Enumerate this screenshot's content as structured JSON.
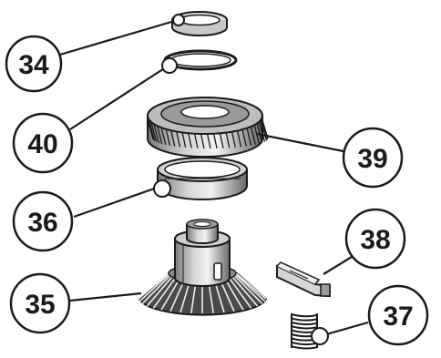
{
  "callouts": [
    {
      "id": "34",
      "label": "34"
    },
    {
      "id": "40",
      "label": "40"
    },
    {
      "id": "39",
      "label": "39"
    },
    {
      "id": "36",
      "label": "36"
    },
    {
      "id": "38",
      "label": "38"
    },
    {
      "id": "35",
      "label": "35"
    },
    {
      "id": "37",
      "label": "37"
    }
  ],
  "colors": {
    "line": "#1a1a1a",
    "fill_light": "#e6e6e6",
    "fill_mid": "#bdbdbd",
    "fill_dark": "#555555"
  }
}
